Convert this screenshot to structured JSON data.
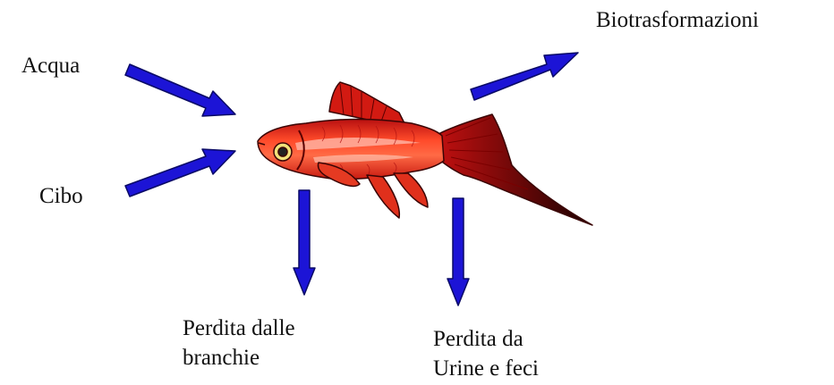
{
  "labels": {
    "water": "Acqua",
    "food": "Cibo",
    "biotransformations": "Biotrasformazioni",
    "gill_loss": "Perdita dalle\nbranchie",
    "urine_feces_loss": "Perdita da\nUrine e feci"
  },
  "colors": {
    "arrow": "#1c14d6",
    "arrow_outline": "#0a0a66",
    "fish_body": "#ee3322",
    "fish_fin": "#cc1111",
    "fish_highlight": "#ffb0a0",
    "fish_outline": "#3a0505"
  },
  "icons": {
    "fish": "swordtail-fish-icon",
    "arrows": "arrow-icon"
  }
}
